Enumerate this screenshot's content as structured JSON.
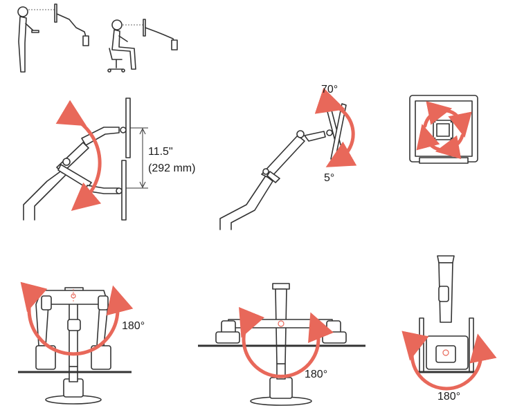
{
  "colors": {
    "accent": "#e8685a",
    "line": "#333333"
  },
  "labels": {
    "height_in": "11.5\"",
    "height_mm": "(292 mm)",
    "tilt_up": "70°",
    "tilt_down": "5°",
    "pan_left": "180°",
    "pan_center": "180°",
    "pan_right": "180°"
  }
}
